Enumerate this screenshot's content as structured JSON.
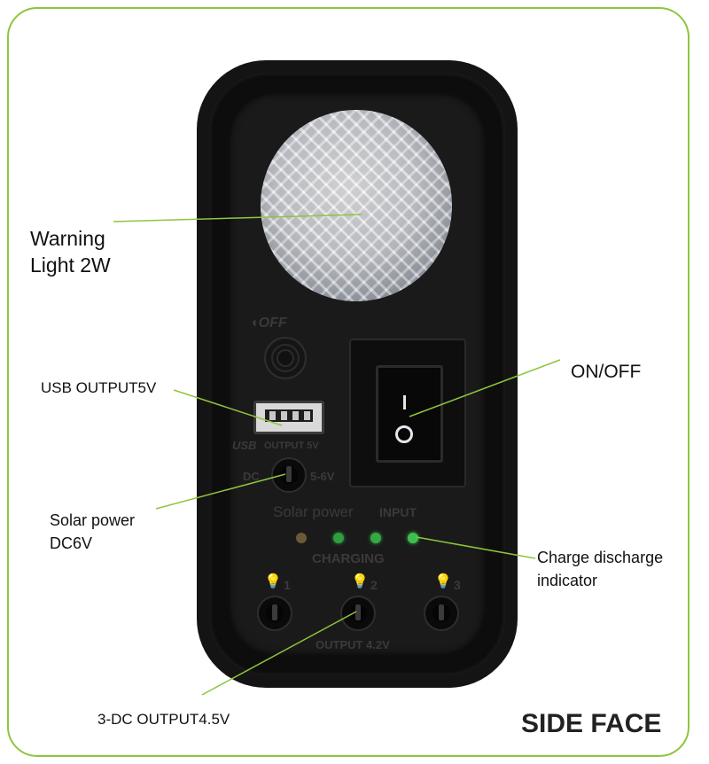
{
  "device": {
    "onoff_icon_label": "OFF",
    "usb_label": "USB",
    "usb_output_label": "OUTPUT 5V",
    "dc_label": "DC",
    "dc_voltage_label": "5-6V",
    "solar_label": "Solar  power",
    "input_label": "INPUT",
    "charging_label": "CHARGING",
    "output_label": "OUTPUT 4.2V",
    "port_numbers": [
      "1",
      "2",
      "3"
    ],
    "led_colors": [
      "#6b5a3a",
      "#2f9e3f",
      "#35a845",
      "#3fbf4f"
    ]
  },
  "callouts": {
    "warning_light": [
      "Warning",
      "Light 2W"
    ],
    "usb_output": "USB OUTPUT5V",
    "on_off": "ON/OFF",
    "solar_power": [
      "Solar power",
      "DC6V"
    ],
    "charge_indicator": [
      "Charge discharge",
      "indicator"
    ],
    "dc_output": "3-DC OUTPUT4.5V"
  },
  "caption": "SIDE FACE",
  "colors": {
    "frame": "#8dc63f",
    "leader_line": "#8dc63f"
  }
}
